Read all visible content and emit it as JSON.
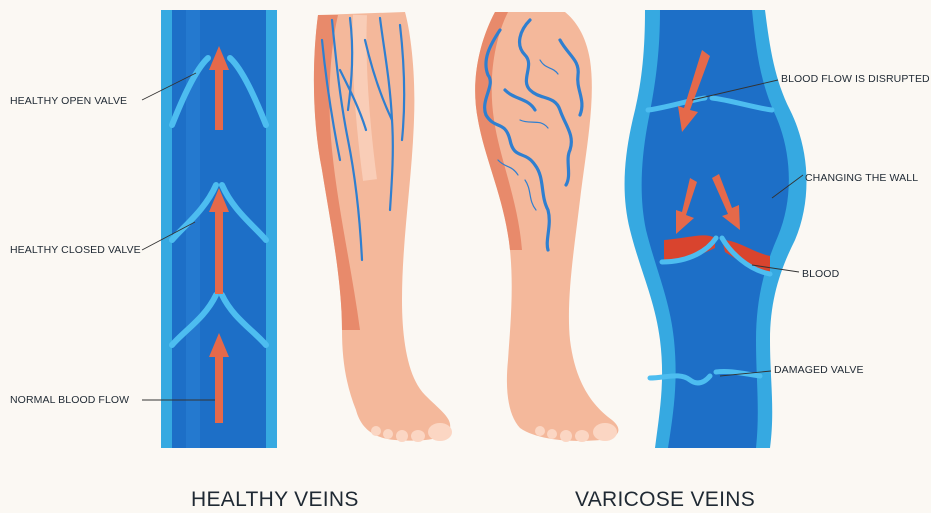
{
  "labels": {
    "healthy_open_valve": "HEALTHY OPEN VALVE",
    "healthy_closed_valve": "HEALTHY CLOSED VALVE",
    "normal_blood_flow": "NORMAL BLOOD FLOW",
    "blood_flow_disrupted": "BLOOD FLOW IS DISRUPTED",
    "changing_the_wall": "CHANGING THE WALL",
    "blood": "BLOOD",
    "damaged_valve": "DAMAGED VALVE"
  },
  "titles": {
    "healthy": "HEALTHY VEINS",
    "varicose": "VARICOSE VEINS"
  },
  "colors": {
    "background": "#fbf8f3",
    "vein_wall": "#36a9e1",
    "vein_lumen": "#1d6fc7",
    "arrow": "#e5694a",
    "blood": "#d9442e",
    "skin": "#f4b89b",
    "skin_shadow": "#e88a6b"
  }
}
